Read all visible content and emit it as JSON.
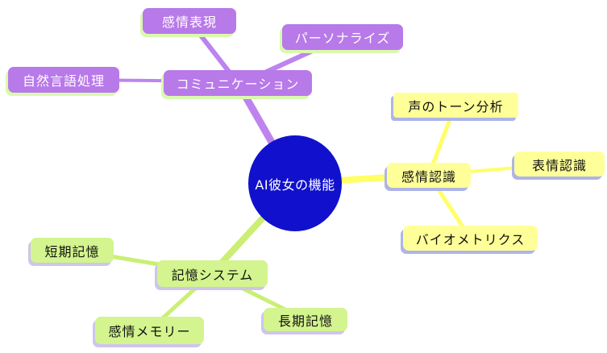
{
  "mindmap": {
    "background_color": "#ffffff",
    "center": {
      "label": "AI彼女の機能",
      "shape": "circle",
      "fill_color": "#1111cd",
      "text_color": "#ffffff"
    },
    "branches": [
      {
        "name": "communication",
        "label": "コミュニケーション",
        "node_color": "#b879e9",
        "edge_color": "#bd84ef",
        "shadow_color": "#d9f9ad",
        "text_color": "#ffffff",
        "children": [
          {
            "label": "感情表現"
          },
          {
            "label": "パーソナライズ"
          },
          {
            "label": "自然言語処理"
          }
        ]
      },
      {
        "name": "emotion-recognition",
        "label": "感情認識",
        "node_color": "#ffff99",
        "edge_color": "#ffff66",
        "shadow_color": "#aeb4e6",
        "text_color": "#111111",
        "children": [
          {
            "label": "声のトーン分析"
          },
          {
            "label": "表情認識"
          },
          {
            "label": "バイオメトリクス"
          }
        ]
      },
      {
        "name": "memory-system",
        "label": "記憶システム",
        "node_color": "#d3f48e",
        "edge_color": "#caef74",
        "shadow_color": "#cec5ec",
        "text_color": "#111111",
        "children": [
          {
            "label": "短期記憶"
          },
          {
            "label": "感情メモリー"
          },
          {
            "label": "長期記憶"
          }
        ]
      }
    ]
  }
}
